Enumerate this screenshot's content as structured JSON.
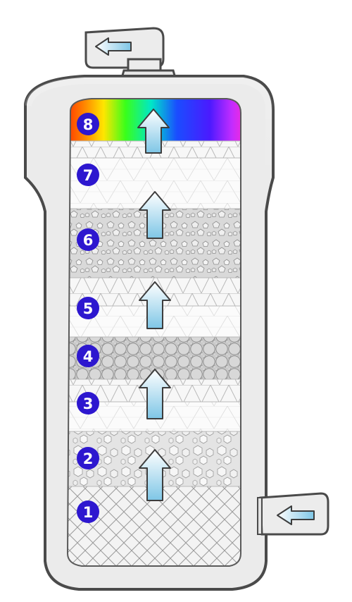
{
  "colors": {
    "vessel_outline": "#4a4a4a",
    "vessel_fill": "#ededed",
    "inner_fill": "#fbfbfb",
    "badge_fill": "#2d17cf",
    "arrow_top": "#ffffff",
    "arrow_bottom": "#7ec6e6",
    "arrow_stroke": "#3d3d3d"
  },
  "vessel": {
    "outlet_icon": "arrow-left-icon",
    "inlet_icon": "arrow-left-icon",
    "flow_icon": "arrow-up-icon"
  },
  "layers": [
    {
      "number": "1",
      "pattern": "crosshatch"
    },
    {
      "number": "2",
      "pattern": "hexagon-gravel"
    },
    {
      "number": "3",
      "pattern": "mesh"
    },
    {
      "number": "4",
      "pattern": "circles"
    },
    {
      "number": "5",
      "pattern": "mesh"
    },
    {
      "number": "6",
      "pattern": "pentagon-gravel"
    },
    {
      "number": "7",
      "pattern": "mesh"
    },
    {
      "number": "8",
      "pattern": "spectrum"
    }
  ]
}
